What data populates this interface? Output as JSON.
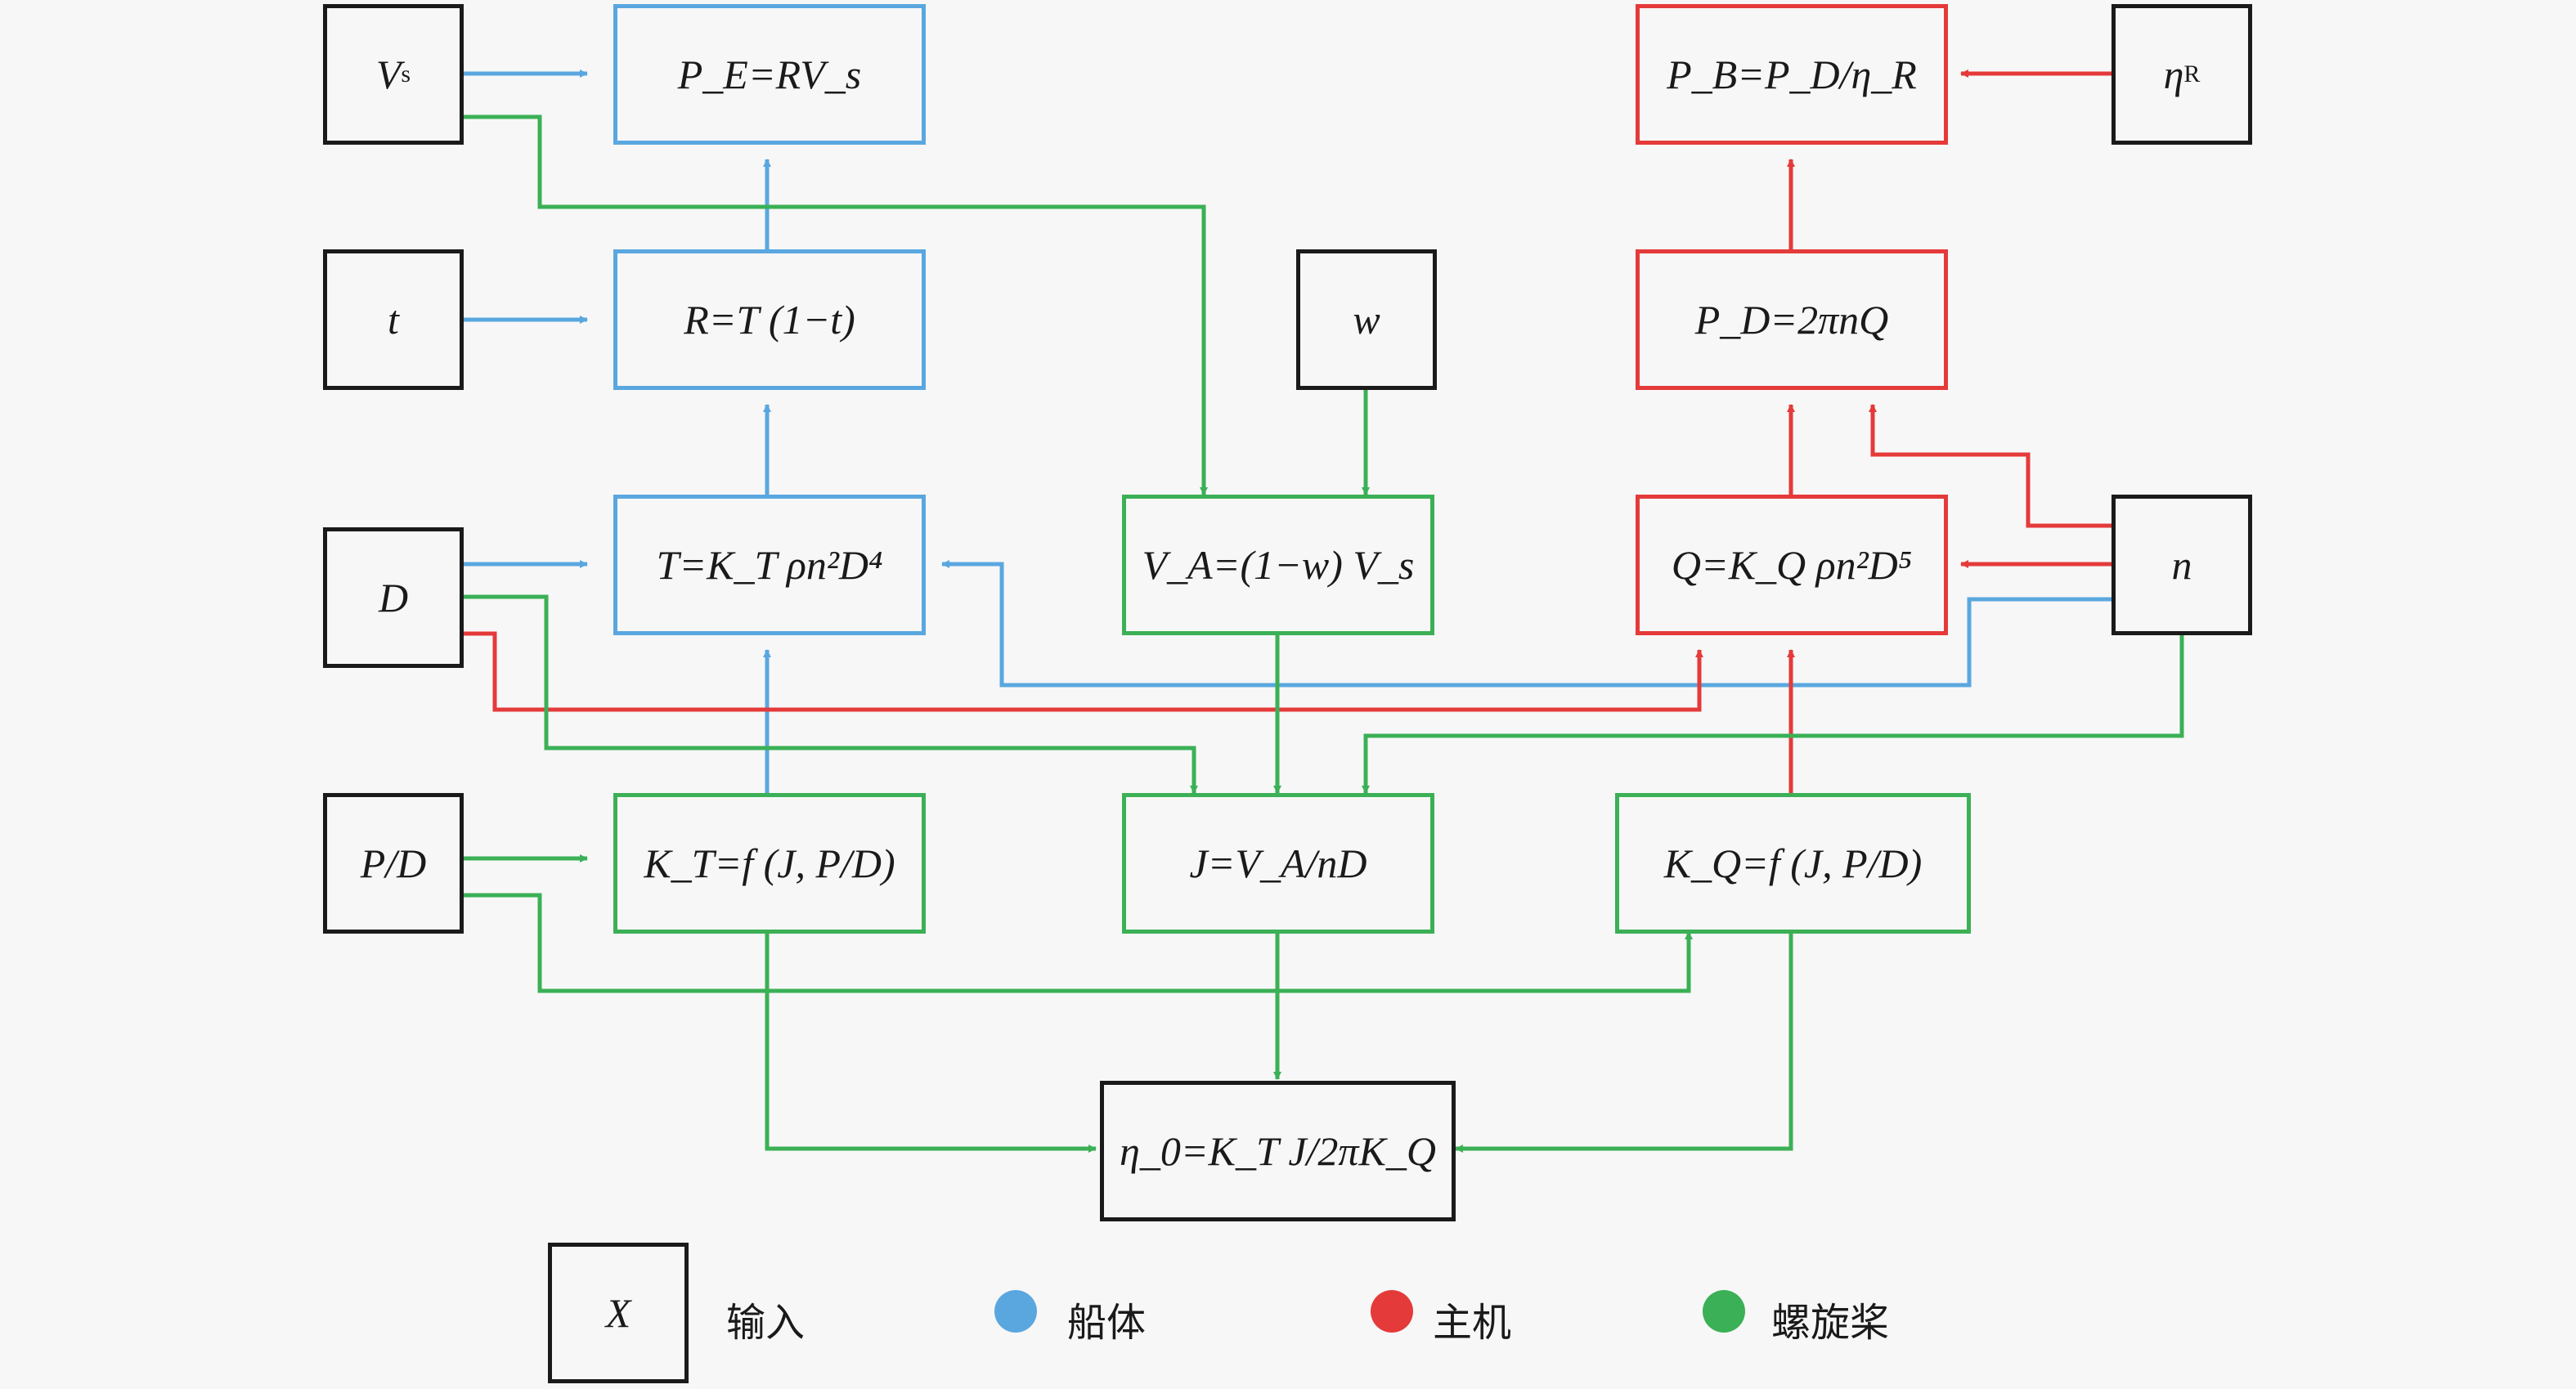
{
  "colors": {
    "hull": "#5aa7e0",
    "engine": "#e53a3a",
    "propeller": "#3bb056",
    "input": "#1a1a1a"
  },
  "nodes": {
    "Vs": {
      "base": "V",
      "sub": "s"
    },
    "t": {
      "text": "t"
    },
    "D": {
      "text": "D"
    },
    "PD_in": {
      "text": "P/D"
    },
    "w": {
      "text": "w"
    },
    "n": {
      "text": "n"
    },
    "etaR": {
      "base": "η",
      "sub": "R"
    },
    "PE": {
      "text": "P_E=RV_s"
    },
    "R": {
      "text": "R=T (1−t)"
    },
    "T": {
      "text": "T=K_T ρn²D⁴"
    },
    "KT": {
      "text": "K_T=f (J, P/D)"
    },
    "VA": {
      "text": "V_A=(1−w) V_s"
    },
    "J": {
      "text": "J=V_A/nD"
    },
    "eta0": {
      "text": "η_0=K_T J/2πK_Q"
    },
    "PB": {
      "text": "P_B=P_D/η_R"
    },
    "PDnode": {
      "text": "P_D=2πnQ"
    },
    "Q": {
      "text": "Q=K_Q ρn²D⁵"
    },
    "KQ": {
      "text": "K_Q=f (J, P/D)"
    }
  },
  "legend": {
    "input_symbol": "X",
    "input_label": "输入",
    "hull_label": "船体",
    "engine_label": "主机",
    "propeller_label": "螺旋桨"
  }
}
